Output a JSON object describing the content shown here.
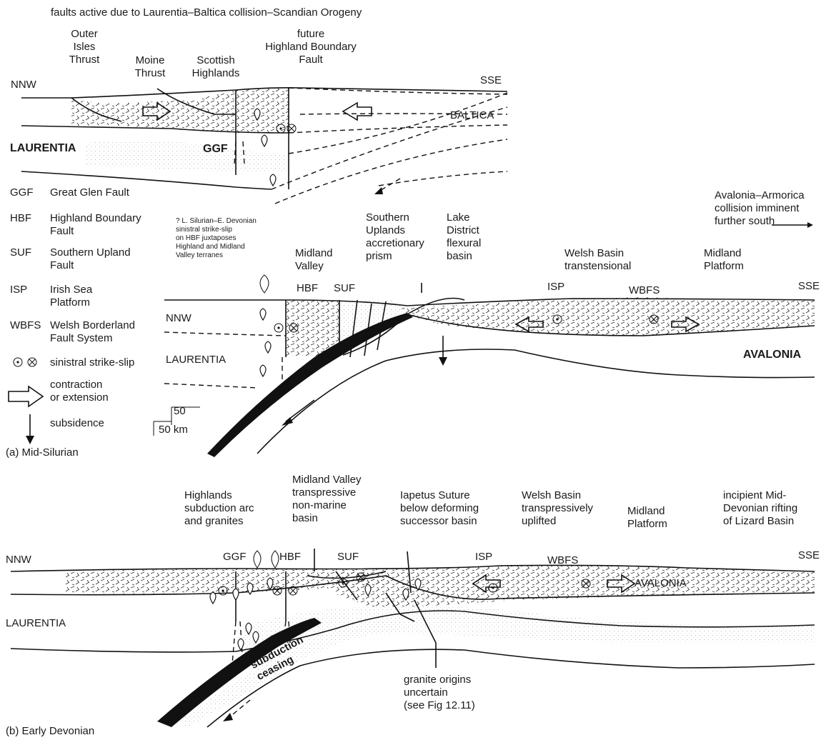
{
  "caption_top": "faults active due to Laurentia–Baltica collision–Scandian Orogeny",
  "panel_a": {
    "labels": {
      "outer_isles": [
        "Outer",
        "Isles",
        "Thrust"
      ],
      "moine": [
        "Moine",
        "Thrust"
      ],
      "scottish": [
        "Scottish",
        "Highlands"
      ],
      "future_hbf": [
        "future",
        "Highland Boundary",
        "Fault"
      ],
      "nnw_top": "NNW",
      "sse_top": "SSE",
      "baltica": "BALTICA",
      "laurentia_top": "LAURENTIA",
      "ggf": "GGF",
      "silurian_note": [
        "? L. Silurian–E. Devonian",
        "sinistral strike-slip",
        "on HBF juxtaposes",
        "Highland and Midland",
        "Valley terranes"
      ],
      "midland_valley": [
        "Midland",
        "Valley"
      ],
      "southern_uplands": [
        "Southern",
        "Uplands",
        "accretionary",
        "prism"
      ],
      "lake_district": [
        "Lake",
        "District",
        "flexural",
        "basin"
      ],
      "welsh_basin": [
        "Welsh Basin",
        "transtensional"
      ],
      "midland_platform": [
        "Midland",
        "Platform"
      ],
      "avalonia_armorica": [
        "Avalonia–Armorica",
        "collision imminent",
        "further south"
      ],
      "hbf": "HBF",
      "suf": "SUF",
      "isp": "ISP",
      "wbfs": "WBFS",
      "sse_mid": "SSE",
      "nnw_mid": "NNW",
      "laurentia_mid": "LAURENTIA",
      "avalonia": "AVALONIA",
      "scale_v": "50",
      "scale_h": "50  km",
      "panel": "(a) Mid-Silurian"
    }
  },
  "legend": [
    {
      "code": "GGF",
      "desc": [
        "Great Glen Fault"
      ]
    },
    {
      "code": "HBF",
      "desc": [
        "Highland Boundary",
        "Fault"
      ]
    },
    {
      "code": "SUF",
      "desc": [
        "Southern Upland",
        "Fault"
      ]
    },
    {
      "code": "ISP",
      "desc": [
        "Irish Sea",
        "Platform"
      ]
    },
    {
      "code": "WBFS",
      "desc": [
        "Welsh Borderland",
        "Fault System"
      ]
    },
    {
      "code": "",
      "desc": [
        "sinistral strike-slip"
      ]
    },
    {
      "code": "",
      "desc": [
        "contraction",
        "or extension"
      ]
    },
    {
      "code": "",
      "desc": [
        "subsidence"
      ]
    }
  ],
  "panel_b": {
    "labels": {
      "highlands": [
        "Highlands",
        "subduction arc",
        "and granites"
      ],
      "midland_valley": [
        "Midland Valley",
        "transpressive",
        "non-marine",
        "basin"
      ],
      "iapetus": [
        "Iapetus Suture",
        "below deforming",
        "successor basin"
      ],
      "welsh_basin": [
        "Welsh Basin",
        "transpressively",
        "uplifted"
      ],
      "midland_platform": [
        "Midland",
        "Platform"
      ],
      "incipient": [
        "incipient Mid-",
        "Devonian rifting",
        "of Lizard Basin"
      ],
      "nnw": "NNW",
      "sse": "SSE",
      "ggf": "GGF",
      "hbf": "HBF",
      "suf": "SUF",
      "isp": "ISP",
      "wbfs": "WBFS",
      "avalonia": "AVALONIA",
      "laurentia": "LAURENTIA",
      "subduction": [
        "subduction",
        "ceasing"
      ],
      "granite": [
        "granite origins",
        "uncertain",
        "(see Fig 12.11)"
      ],
      "panel": "(b) Early Devonian"
    }
  }
}
